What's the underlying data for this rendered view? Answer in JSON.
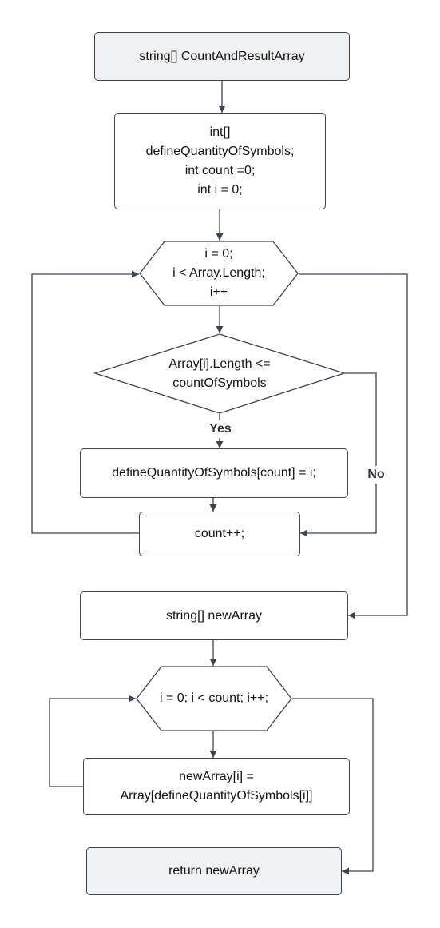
{
  "nodes": {
    "start": [
      "string[] CountAndResultArray"
    ],
    "declarations": [
      "int[]",
      "defineQuantityOfSymbols;",
      "int count =0;",
      "int i = 0;"
    ],
    "loop1": [
      "i = 0;",
      "i < Array.Length;",
      "i++"
    ],
    "condition": [
      "Array[i].Length <=",
      "countOfSymbols"
    ],
    "assign": [
      "defineQuantityOfSymbols[count] = i;"
    ],
    "increment": [
      "count++;"
    ],
    "new_array": [
      "string[] newArray"
    ],
    "loop2": [
      "i = 0; i < count; i++;"
    ],
    "copy": [
      "newArray[i] =",
      "Array[defineQuantityOfSymbols[i]]"
    ],
    "end": [
      "return newArray"
    ]
  },
  "edge_labels": {
    "yes": "Yes",
    "no": "No"
  },
  "colors": {
    "stroke": "#3d4350",
    "terminal_fill": "#f0f1f3",
    "text": "#111111"
  }
}
